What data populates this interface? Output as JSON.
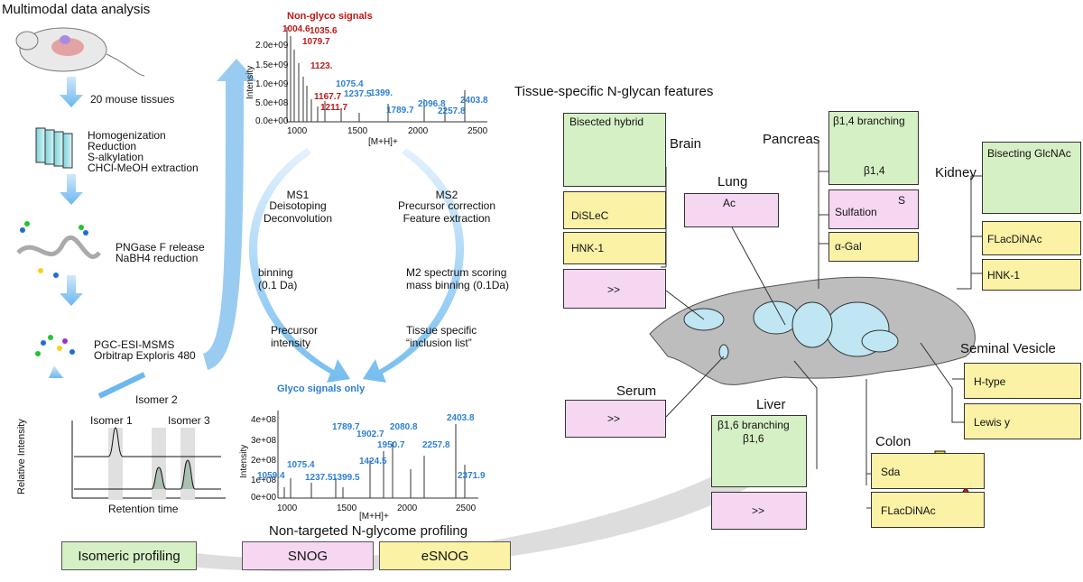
{
  "title": "Multimodal data analysis",
  "workflow": {
    "step1": "20 mouse tissues",
    "step2_lines": [
      "Homogenization",
      "Reduction",
      "S-alkylation",
      "CHCl-MeOH extraction"
    ],
    "step3_lines": [
      "PNGase F release",
      "NaBH4 reduction"
    ],
    "step4_lines": [
      "PGC-ESI-MSMS",
      "Orbitrap Exploris 480"
    ],
    "isomer2": "Isomer 2",
    "isomer1": "Isomer 1",
    "isomer3": "Isomer 3",
    "rel_intensity": "Relative Intensity",
    "retention_time": "Retention time"
  },
  "spectrum_top": {
    "title": "Non-glyco signals",
    "ylabel": "Intensity",
    "xlabel": "[M+H]+",
    "yticks": [
      "2.0e+09",
      "1.5e+09",
      "1.0e+09",
      "5.0e+08",
      "0.0e+00"
    ],
    "xticks": [
      "1000",
      "1500",
      "2000",
      "2500"
    ],
    "red_peaks": [
      "1004.6",
      "1035.6",
      "1079.7",
      "1123.",
      "1167.7",
      "1211.7"
    ],
    "blue_peaks": [
      "1075.4",
      "1237.5",
      "1399.",
      "1789.7",
      "2096.8",
      "2257.8",
      "2403.8"
    ]
  },
  "spectrum_bottom": {
    "title": "Glyco signals only",
    "ylabel": "Intensity",
    "xlabel": "[M+H]+",
    "yticks": [
      "4e+08",
      "3e+08",
      "2e+08",
      "1e+08",
      "0e+00"
    ],
    "xticks": [
      "1000",
      "1500",
      "2000",
      "2500"
    ],
    "blue_peaks": [
      "1059.4",
      "1075.4",
      "1237.5",
      "1399.5",
      "1424.5",
      "1789.7",
      "1902.7",
      "1950.7",
      "2080.8",
      "2257.8",
      "2403.8",
      "2371.9"
    ]
  },
  "middle": {
    "ms1": [
      "MS1",
      "Deisotoping",
      "Deconvolution"
    ],
    "ms2": [
      "MS2",
      "Precursor correction",
      "Feature extraction"
    ],
    "binning": [
      "binning",
      "(0.1 Da)"
    ],
    "scoring": [
      "M2 spectrum scoring",
      "mass binning (0.1Da)"
    ],
    "precursor": [
      "Precursor",
      "intensity"
    ],
    "tissue": [
      "Tissue specific",
      "“inclusion list”"
    ],
    "heading": "Non-targeted N-glycome profiling"
  },
  "bottom_boxes": {
    "isomeric": "Isomeric profiling",
    "snog": "SNOG",
    "esnog": "eSNOG"
  },
  "tissue_section": {
    "heading": "Tissue-specific N-glycan features",
    "brain": {
      "label": "Brain",
      "hybrid": "Bisected hybrid",
      "disleC": "DiSLeC",
      "hnk": "HNK-1",
      "compare": ">>"
    },
    "lung": {
      "label": "Lung",
      "ac": "Ac"
    },
    "pancreas": {
      "label": "Pancreas",
      "branching": "β1,4 branching",
      "b14": "β1,4",
      "sulfation": "Sulfation",
      "s": "S",
      "agal": "α-Gal"
    },
    "kidney": {
      "label": "Kidney",
      "bisecting": "Bisecting GlcNAc",
      "flacdinac": "FLacDiNAc",
      "hnk": "HNK-1"
    },
    "seminal": {
      "label": "Seminal Vesicle",
      "htype": "H-type",
      "lewis": "Lewis y"
    },
    "serum": {
      "label": "Serum",
      "compare": ">>"
    },
    "liver": {
      "label": "Liver",
      "branching": "β1,6 branching",
      "b16": "β1,6",
      "compare": ">>"
    },
    "colon": {
      "label": "Colon",
      "sda": "Sda",
      "flacdinac": "FLacDiNAc"
    }
  },
  "colors": {
    "green_box": "#d6f0c5",
    "yellow_box": "#fbf2a6",
    "pink_box": "#f6d7f2",
    "glcnac": "#1f6fd0",
    "man": "#22c42e",
    "gal": "#f5d21c",
    "fuc": "#e01818",
    "sia": "#9b30c8",
    "neugc": "#9fe3f0",
    "arrow": "#8ecbf2"
  }
}
